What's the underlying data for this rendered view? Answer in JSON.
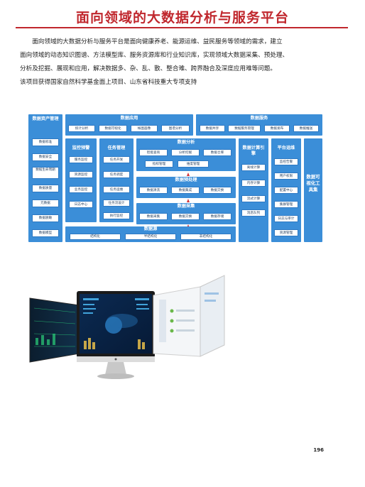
{
  "page": {
    "title": "面向领域的大数据分析与服务平台",
    "paragraph_1": "面向领域的大数据分析与服务平台是面向健康养老、能源运维、益民服务等领域的需求，建立",
    "paragraph_2": "面向领域的动态知识图谱、方法模型库、服务资源库和行业知识库，实现领域大数据采集、预处理、",
    "paragraph_3": "分析及挖掘、展现和应用，解决数据多、杂、乱、散、整合难、跨界融合及深度应用难等问题。",
    "paragraph_4": "该项目获得国家自然科学基金面上项目、山东省科技重大专项支持",
    "page_number": "196"
  },
  "diagram": {
    "asset_mgmt": {
      "title": "数据资产管理",
      "items": [
        "数据标准",
        "数据安全",
        "数据生命周期",
        "数据质量",
        "元数据",
        "数据脱敏",
        "数据模型"
      ]
    },
    "app": {
      "title": "数据应用",
      "items": [
        "统计分析",
        "数据可视化",
        "帐图画像",
        "图谱分析"
      ]
    },
    "service": {
      "title": "数据服务",
      "items": [
        "数据共享",
        "数据服务管理",
        "数据发布",
        "数据推送"
      ]
    },
    "monitor": {
      "title": "监控预警",
      "items": [
        "服务监控",
        "资源监控",
        "业务监控",
        "日志中心"
      ]
    },
    "task": {
      "title": "任务管理",
      "items": [
        "任务开发",
        "任务调度",
        "任务运维",
        "任务流设计",
        "执行监控"
      ]
    },
    "analysis": {
      "title": "数据分析",
      "items": [
        "智能查询",
        "分析挖掘",
        "数据仓库",
        "指标管理",
        "维度管理"
      ]
    },
    "preprocess": {
      "title": "数据预处理",
      "items": [
        "数据清洗",
        "数据集成",
        "数据交换"
      ]
    },
    "collect": {
      "title": "数据采集",
      "items": [
        "数据采集",
        "数据交换",
        "数据存储"
      ]
    },
    "source": {
      "title": "数据源",
      "items": [
        "结构化",
        "半结构化",
        "非结构化"
      ]
    },
    "compute": {
      "title": "数据计算引擎",
      "items": [
        "离线计算",
        "内存计算",
        "流式计算",
        "消息队列"
      ]
    },
    "ops": {
      "title": "平台运维",
      "items": [
        "监控告警",
        "用户权限",
        "配置中心",
        "集群管理",
        "日志与审计",
        "资源管理"
      ]
    },
    "visual_tools": {
      "title": "数据可视化工具集"
    }
  }
}
